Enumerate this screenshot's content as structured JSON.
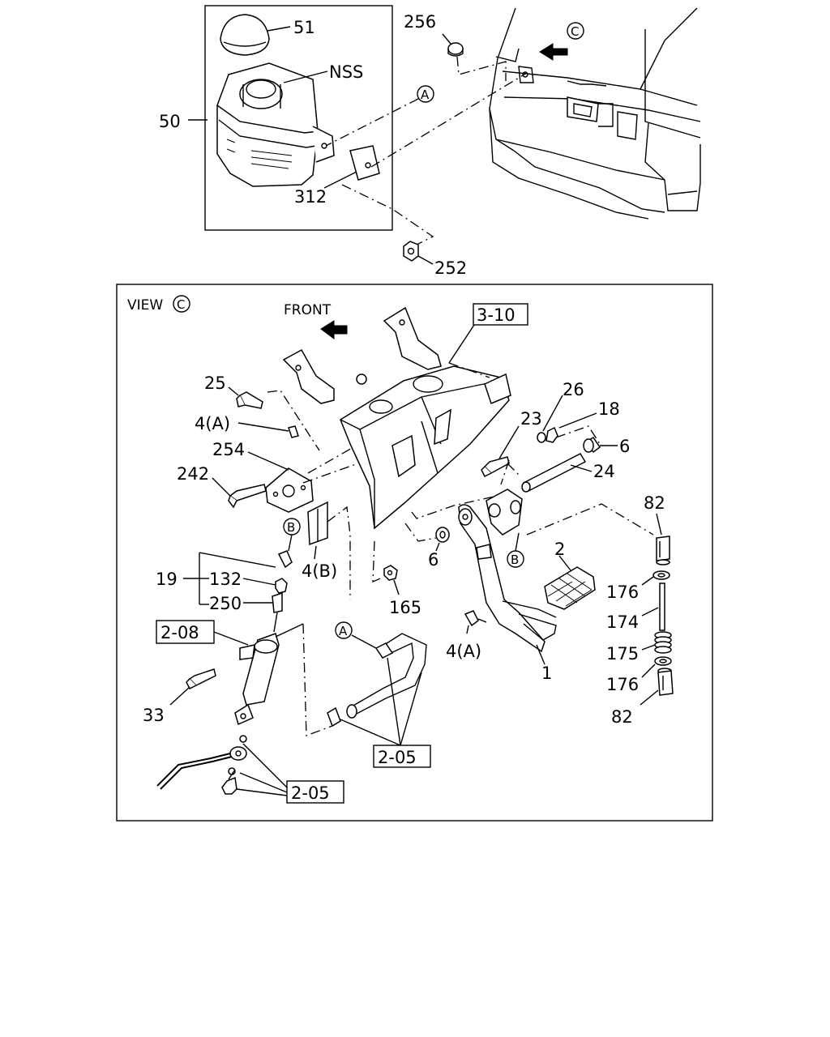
{
  "top_section": {
    "labels": {
      "l51": "51",
      "lnss": "NSS",
      "l50": "50",
      "l256": "256",
      "l312": "312",
      "l252": "252"
    },
    "callouts": {
      "view_c": "C",
      "ref_a": "A"
    }
  },
  "view_section": {
    "view_label": "VIEW",
    "view_letter": "C",
    "front_label": "FRONT",
    "boxed_refs": {
      "r310": "3-10",
      "r208": "2-08",
      "r205a": "2-05",
      "r205b": "2-05"
    },
    "labels": {
      "l25": "25",
      "l4a_1": "4(A)",
      "l254": "254",
      "l242": "242",
      "l19": "19",
      "l132": "132",
      "l250": "250",
      "l33": "33",
      "l4b": "4(B)",
      "l165": "165",
      "l6_low": "6",
      "l23": "23",
      "l26": "26",
      "l18": "18",
      "l6_right": "6",
      "l24": "24",
      "l82_top": "82",
      "l2": "2",
      "l176_top": "176",
      "l174": "174",
      "l175": "175",
      "l176_bottom": "176",
      "l82_bottom": "82",
      "l4a_2": "4(A)",
      "l1": "1"
    },
    "callouts": {
      "b_left": "B",
      "b_right": "B",
      "a_hose": "A"
    }
  }
}
